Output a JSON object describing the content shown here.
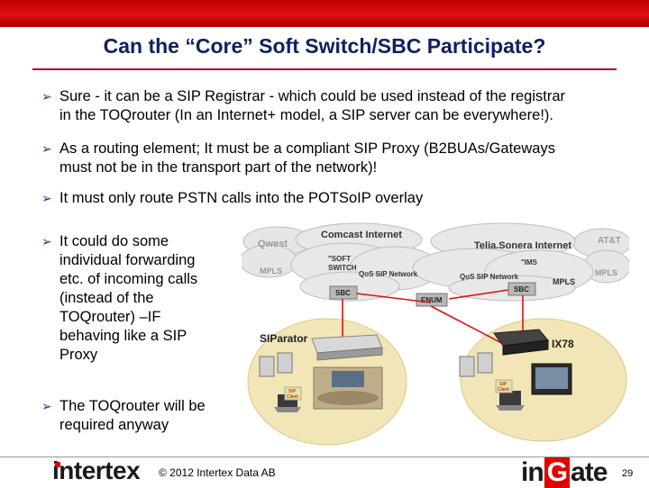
{
  "slide": {
    "title": "Can the “Core” Soft Switch/SBC Participate?"
  },
  "bullets": [
    {
      "line1": "Sure - it can be a SIP Registrar - which could be used instead of the registrar",
      "line2": "in the TOQrouter (In an Internet+ model, a SIP server can be everywhere!)."
    },
    {
      "line1": "As a routing element; It must be a compliant SIP Proxy (B2BUAs/Gateways",
      "line2": "must not be in the transport part of the network)!"
    },
    {
      "line1": "It must only route PSTN calls into the POTSoIP overlay"
    },
    {
      "lines": [
        "It could do some",
        "individual forwarding",
        "etc. of incoming calls",
        "(instead of the",
        "TOQrouter) –IF",
        "behaving like a SIP",
        "Proxy"
      ]
    },
    {
      "lines": [
        "The TOQrouter will be",
        "required anyway"
      ]
    }
  ],
  "diagram": {
    "clouds": {
      "qwest": "Qwest",
      "comcast": "Comcast Internet",
      "telia": "Telia.Sonera Internet",
      "att": "AT&T"
    },
    "labels": {
      "mpls_left": "MPLS",
      "mpls_right1": "MPLS",
      "mpls_right2": "MPLS",
      "softswitch1": "\"SOFT",
      "softswitch2": "SWITCH",
      "ims": "\"IMS",
      "qos_left": "QoS SIP Network",
      "qos_right": "QoS SIP Network",
      "sbc_left": "SBC",
      "sbc_right": "SBC",
      "enum": "ENUM",
      "siparator": "SIParator",
      "ix78": "IX78",
      "sip_client_left1": "SIP",
      "sip_client_left2": "Client",
      "sip_client_right1": "SIP",
      "sip_client_right2": "Client"
    }
  },
  "footer": {
    "left_logo": "intertex",
    "copyright": "© 2012 Intertex Data AB",
    "right_logo_a": "in",
    "right_logo_b": "G",
    "right_logo_c": "ate",
    "page_number": "29"
  },
  "colors": {
    "top_bar": "#d00000",
    "title": "#102060",
    "rule": "#b0001a",
    "arrow": "#1a3d7c",
    "link_line": "#e01010",
    "cloud": "#e6e6e6",
    "ground": "#f2e6b8"
  },
  "icons": {
    "bullet": "arrow-bullet-icon"
  }
}
